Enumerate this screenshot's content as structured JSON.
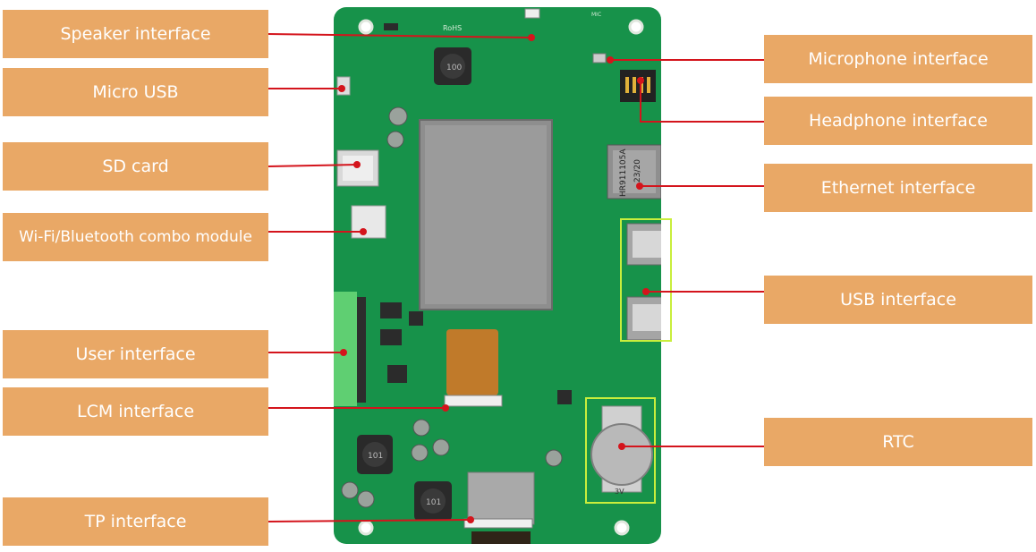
{
  "labels": {
    "speaker": "Speaker interface",
    "micro_usb": "Micro USB",
    "sd_card": "SD  card",
    "wifi_bt": "Wi-Fi/Bluetooth combo module",
    "user_interface": "User interface",
    "lcm": "LCM interface",
    "tp": "TP interface",
    "microphone": "Microphone interface",
    "headphone": "Headphone interface",
    "ethernet": "Ethernet interface",
    "usb": "USB interface",
    "rtc": "RTC"
  },
  "board_text": {
    "inductor_1": "100",
    "inductor_2": "101",
    "inductor_3": "101",
    "ethernet_part": "HR911105A",
    "ethernet_date": "23/20",
    "rohs": "RoHS",
    "battery_voltage": "3V",
    "mic_mark": "MIC"
  },
  "colors": {
    "label_fill": "#e9a866",
    "label_text": "#ffffff",
    "pcb_green": "#17924a",
    "leader_line": "#d4141c",
    "highlight_box": "#c9ee3c",
    "terminal_block": "#5fcf72"
  }
}
